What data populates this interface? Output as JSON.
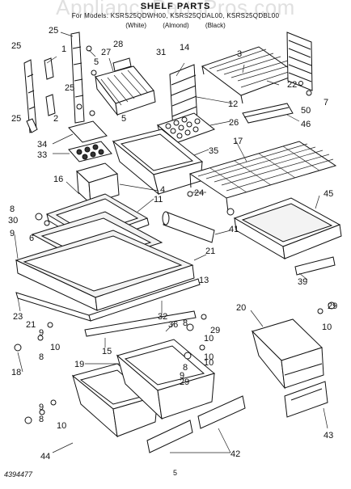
{
  "header": {
    "watermark": "AppliancePartsPros.com",
    "title": "SHELF PARTS",
    "subtitle": "For Models: KSRS25QDWH00, KSRS25QDAL00, KSRS25QDBL00",
    "variants": [
      "(White)",
      "(Almond)",
      "(Black)"
    ]
  },
  "footer": {
    "doc_number": "4394477",
    "page_number": "5"
  },
  "callouts": [
    "25",
    "1",
    "5",
    "27",
    "28",
    "31",
    "14",
    "3",
    "25",
    "2",
    "5",
    "25",
    "22",
    "25",
    "50",
    "7",
    "12",
    "26",
    "46",
    "34",
    "33",
    "35",
    "17",
    "4",
    "16",
    "11",
    "45",
    "24",
    "8",
    "30",
    "41",
    "6",
    "9",
    "21",
    "13",
    "39",
    "23",
    "21",
    "32",
    "36",
    "8",
    "20",
    "29",
    "10",
    "10",
    "9",
    "10",
    "8",
    "10",
    "29",
    "18",
    "15",
    "9",
    "8",
    "10",
    "19",
    "29",
    "10",
    "43",
    "8",
    "9",
    "44",
    "42"
  ]
}
